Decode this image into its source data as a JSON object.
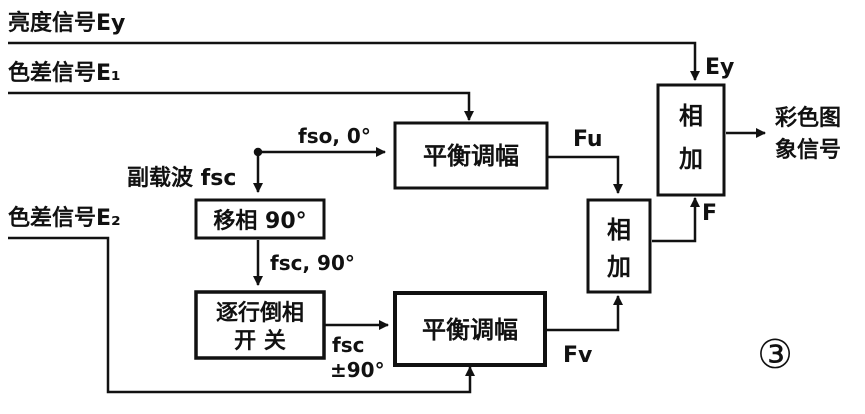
{
  "inputs": {
    "luminance": "亮度信号Ey",
    "color_diff_1": "色差信号E₁",
    "color_diff_2": "色差信号E₂",
    "subcarrier": "副载波 fsc"
  },
  "blocks": {
    "balanced_mod_top": "平衡调幅",
    "balanced_mod_bottom": "平衡调幅",
    "phase_shift": "移相 90°",
    "switch_line1": "逐行倒相",
    "switch_line2": "开  关",
    "adder_small_1": "相",
    "adder_small_2": "加",
    "adder_big_1": "相",
    "adder_big_2": "加"
  },
  "signals": {
    "fso": "fso, 0°",
    "fsc90": "fsc, 90°",
    "fsc_pm_1": "fsc",
    "fsc_pm_2": "±90°",
    "Fu": "Fu",
    "Fv": "Fv",
    "F": "F",
    "Ey": "Ey"
  },
  "output": {
    "line1": "彩色图",
    "line2": "象信号"
  },
  "figure_number": "③",
  "colors": {
    "ink": "#111111",
    "paper": "#ffffff"
  }
}
